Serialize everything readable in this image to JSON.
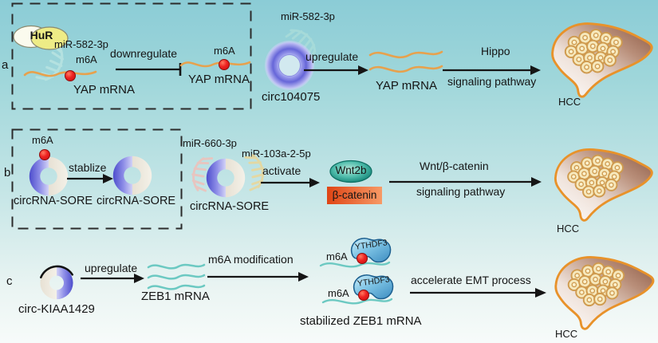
{
  "palette": {
    "background_top": "#8bccd6",
    "background_bottom": "#f7fbfa",
    "mrna_orange": "#e7a14d",
    "mrna_teal": "#6cc9c2",
    "m6a_red": "#e01f1f",
    "circrna_blue": "#6a6ad8",
    "hur_yellow": "#eeec86",
    "wnt2b_teal": "#128073",
    "b_catenin_orange": "#e65527",
    "ythdf3_blue": "#5fb0d8",
    "liver_border_orange": "#e8922a"
  },
  "row_a": {
    "panel_label": "a",
    "hur": "HuR",
    "mir_582": "miR-582-3p",
    "m6a": "m6A",
    "yap_mrna": "YAP mRNA",
    "downregulate": "downregulate",
    "circ_label": "circ104075",
    "upregulate": "upregulate",
    "pathway_line1": "Hippo",
    "pathway_line2": "signaling pathway",
    "hcc": "HCC"
  },
  "row_b": {
    "panel_label": "b",
    "m6a": "m6A",
    "sore_label": "circRNA-SORE",
    "stablize": "stablize",
    "mir_660": "miR-660-3p",
    "mir_103": "miR-103a-2-5p",
    "activate": "activate",
    "wnt2b": "Wnt2b",
    "b_catenin": "β-catenin",
    "pathway_line1": "Wnt/β-catenin",
    "pathway_line2": "signaling pathway",
    "hcc": "HCC"
  },
  "row_c": {
    "panel_label": "c",
    "circ_label": "circ-KIAA1429",
    "upregulate": "upregulate",
    "zeb1_mrna": "ZEB1 mRNA",
    "m6a_modification": "m6A modification",
    "m6a": "m6A",
    "ythdf3": "YTHDF3",
    "stabilized_zeb1": "stabilized ZEB1 mRNA",
    "emt": "accelerate EMT process",
    "hcc": "HCC"
  }
}
